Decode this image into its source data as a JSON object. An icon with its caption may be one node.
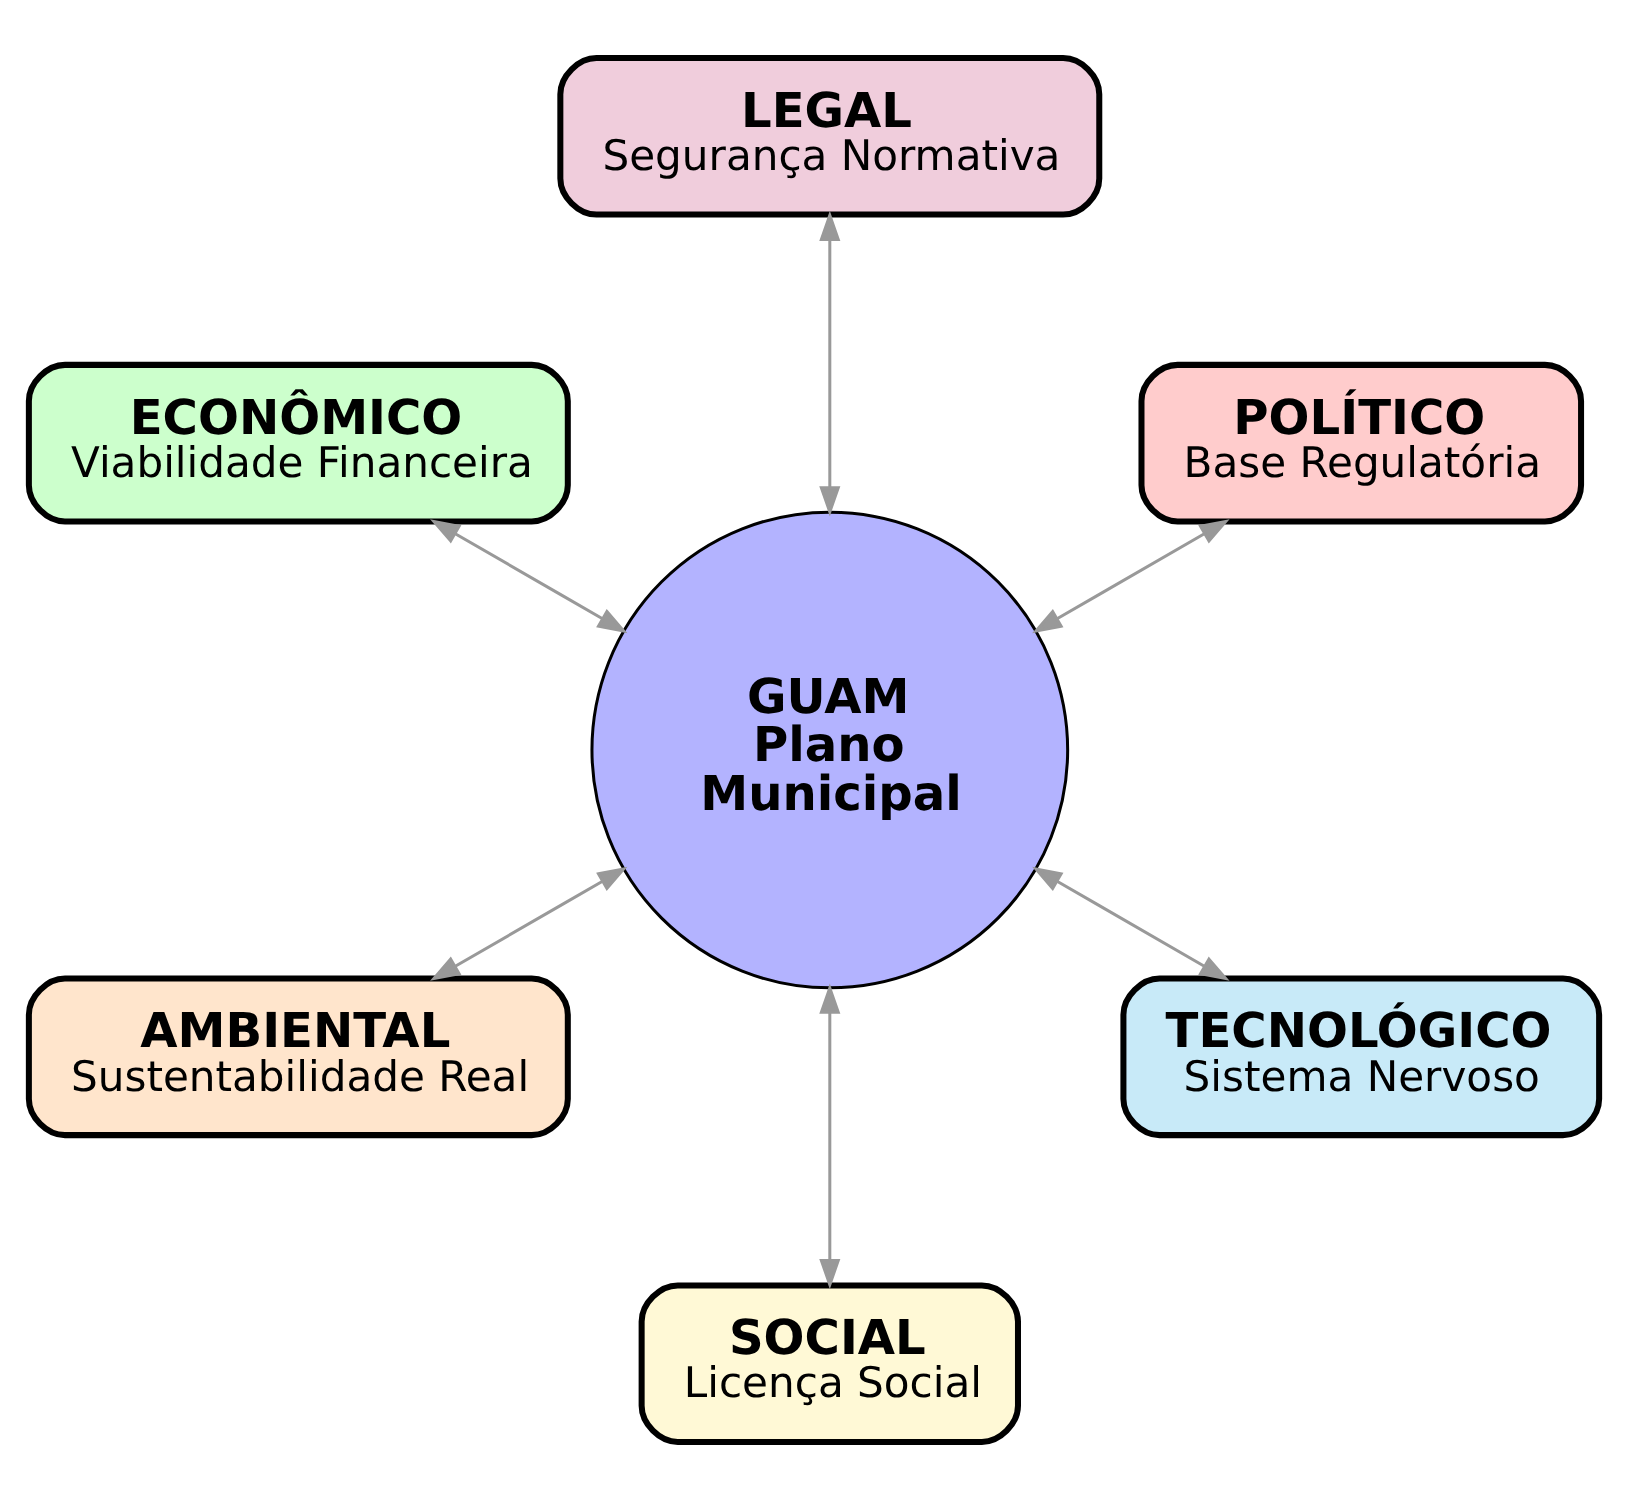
{
  "diagram": {
    "nodes": [
      {
        "text": [
          "POLÍTICO",
          "Base Regulatória"
        ]
      },
      {
        "text": [
          "LEGAL",
          "Segurança Normativa"
        ]
      },
      {
        "text": [
          "ECONÔMICO",
          "Viabilidade Financeira"
        ]
      },
      {
        "text": [
          "GUAM Plano Municipal"
        ]
      },
      {
        "text": [
          "AMBIENTAL",
          "Sustentabilidade Real"
        ]
      },
      {
        "text": [
          "SOCIAL",
          "Licença Social"
        ]
      },
      {
        "text": [
          "TECNOLÓGICO",
          "Sistema Nervoso"
        ]
      }
    ],
    "edges": [
      {
        "from": 3,
        "to": 0,
        "arrow": "both"
      },
      {
        "from": 3,
        "to": 2,
        "arrow": "both"
      },
      {
        "from": 3,
        "to": 5,
        "arrow": "both"
      },
      {
        "from": 3,
        "to": 6,
        "arrow": "both"
      },
      {
        "from": 3,
        "to": 4,
        "arrow": "both"
      },
      {
        "from": 3,
        "to": 1,
        "arrow": "both"
      }
    ]
  }
}
